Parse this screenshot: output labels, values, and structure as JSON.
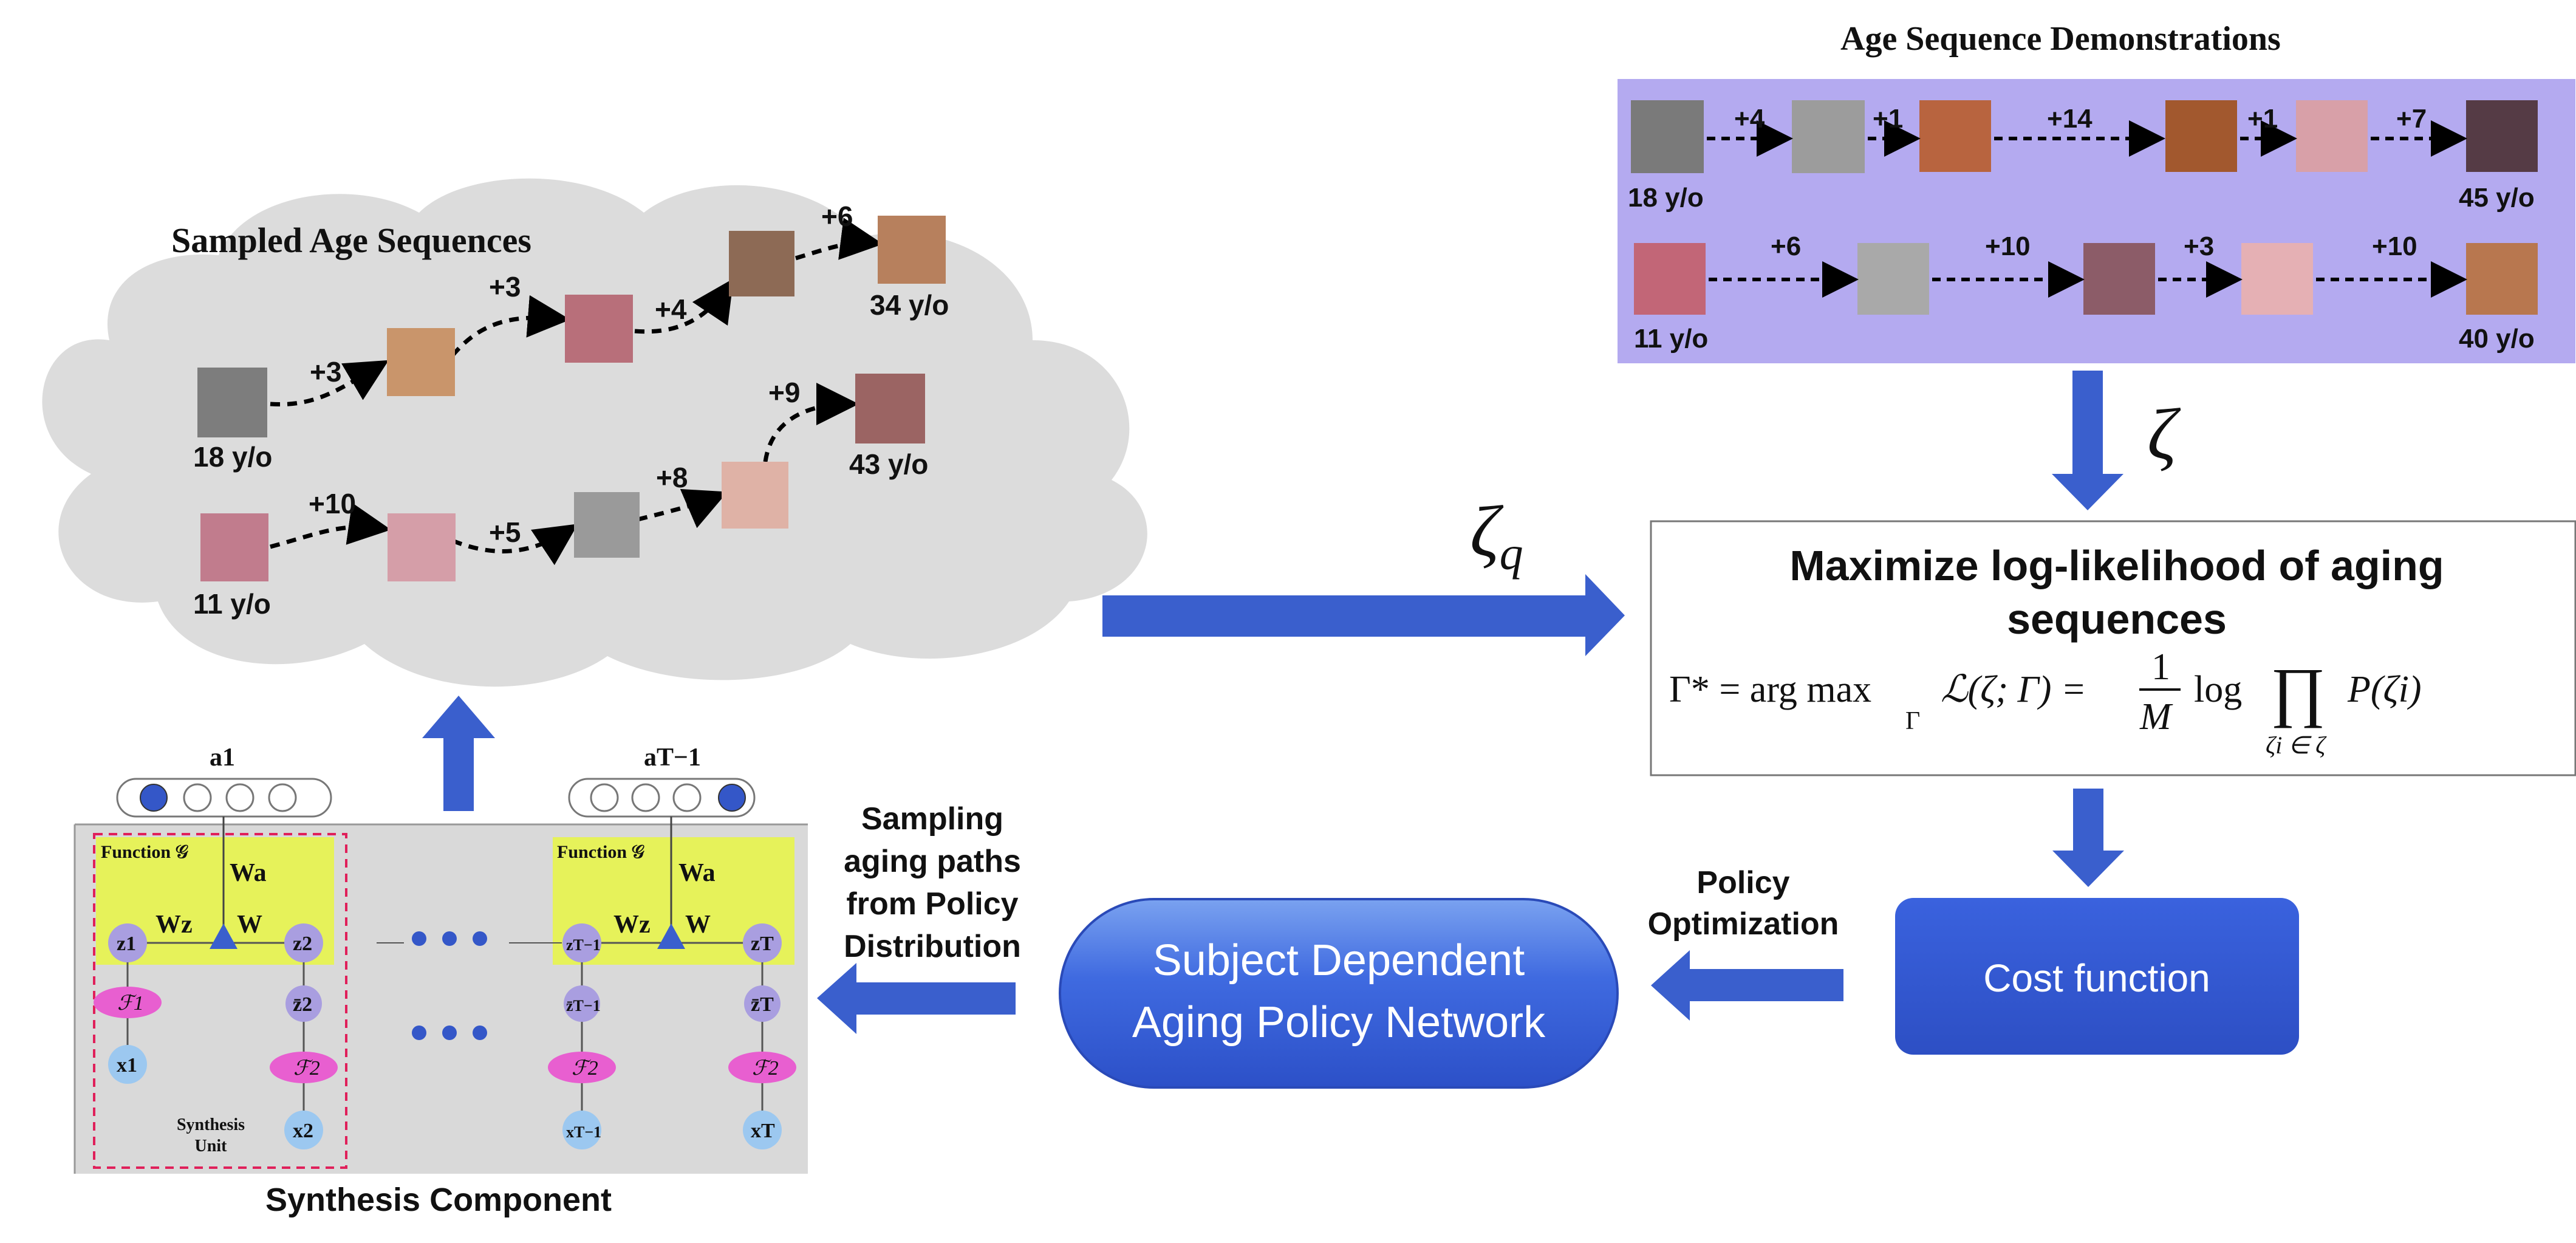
{
  "sampled": {
    "title": "Sampled Age Sequences",
    "row1": {
      "start_age": "18 y/o",
      "steps": [
        "+3",
        "+3",
        "+4",
        "+6"
      ],
      "end_age": "34 y/o"
    },
    "row2": {
      "start_age": "11 y/o",
      "steps": [
        "+10",
        "+5",
        "+8",
        "+9"
      ],
      "end_age": "43 y/o"
    }
  },
  "demos": {
    "title": "Age Sequence Demonstrations",
    "row1": {
      "start_age": "18 y/o",
      "steps": [
        "+4",
        "+1",
        "+14",
        "+1",
        "+7"
      ],
      "end_age": "45 y/o"
    },
    "row2": {
      "start_age": "11 y/o",
      "steps": [
        "+6",
        "+10",
        "+3",
        "+10"
      ],
      "end_age": "40 y/o"
    }
  },
  "symbols": {
    "zeta": "ζ",
    "zeta_q": "ζ",
    "zeta_q_sub": "q"
  },
  "objective": {
    "title_line1": "Maximize log-likelihood of aging",
    "title_line2": "sequences",
    "lhs": "Γ* = arg max",
    "argmax_sub": "Γ",
    "likelihood": "ℒ(ζ; Γ) =",
    "frac_num": "1",
    "frac_den": "M",
    "log": "log",
    "prod": "∏",
    "prod_sub": "ζi ∈ ζ",
    "term": "P(ζi)"
  },
  "cost": {
    "label": "Cost function"
  },
  "policy_opt": {
    "line1": "Policy",
    "line2": "Optimization"
  },
  "policy_net": {
    "line1": "Subject Dependent",
    "line2": "Aging Policy Network"
  },
  "sampling": {
    "line1": "Sampling",
    "line2": "aging paths",
    "line3": "from Policy",
    "line4": "Distribution"
  },
  "synthesis": {
    "caption": "Synthesis Component",
    "a1": "a1",
    "aT": "aT−1",
    "function_label": "Function 𝒢",
    "Wa": "Wa",
    "Wz": "Wz",
    "W": "W",
    "unit_line1": "Synthesis",
    "unit_line2": "Unit",
    "dots": "• • •",
    "nodes": {
      "z1": "z1",
      "z2": "z2",
      "zT1": "zT−1",
      "zT": "zT",
      "zb2": "z̄2",
      "zbT1": "z̄T−1",
      "zbT": "z̄T",
      "F1": "ℱ1",
      "F2": "ℱ2",
      "x1": "x1",
      "x2": "x2",
      "xT1": "xT−1",
      "xT": "xT"
    }
  },
  "colors": {
    "arrow": "#3a5fcd",
    "box_blue": "#3457d5",
    "demo_bg": "#b4aaf0",
    "cloud": "#dcdcdc",
    "yellow": "#e6f25a",
    "pink": "#e85fd0",
    "purple_node": "#a99ee0",
    "blue_node": "#9cc8f0"
  }
}
